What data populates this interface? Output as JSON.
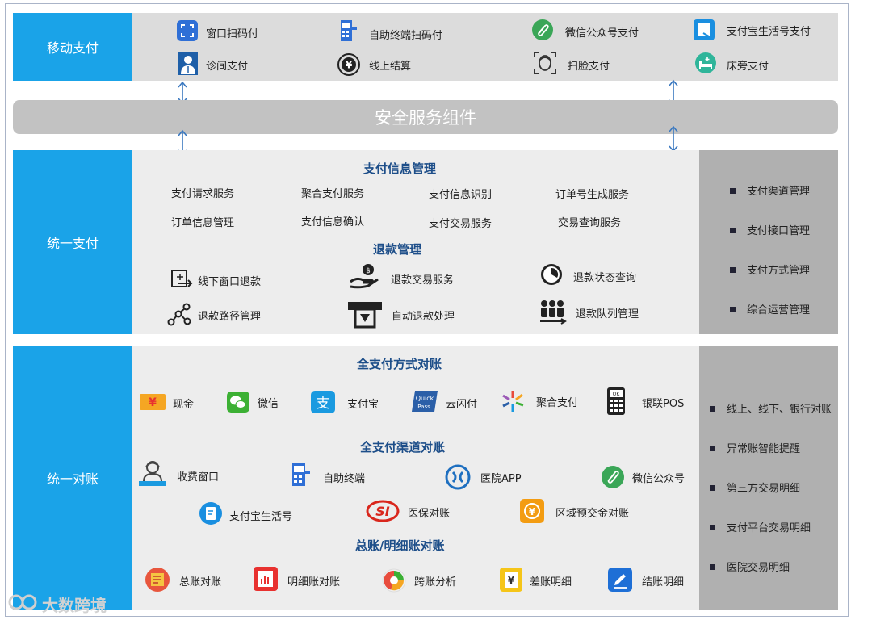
{
  "mobile": {
    "label": "移动支付",
    "items": [
      {
        "label": "窗口扫码付",
        "icon": "scan-frame-icon"
      },
      {
        "label": "自助终端扫码付",
        "icon": "kiosk-icon"
      },
      {
        "label": "微信公众号支付",
        "icon": "paperclip-icon"
      },
      {
        "label": "支付宝生活号支付",
        "icon": "alipay-life-icon"
      },
      {
        "label": "诊间支付",
        "icon": "doctor-icon"
      },
      {
        "label": "线上结算",
        "icon": "yuan-icon"
      },
      {
        "label": "扫脸支付",
        "icon": "face-scan-icon"
      },
      {
        "label": "床旁支付",
        "icon": "bed-icon"
      }
    ]
  },
  "security": {
    "label": "安全服务组件"
  },
  "unified_pay": {
    "label": "统一支付",
    "section1": "支付信息管理",
    "services": [
      "支付请求服务",
      "聚合支付服务",
      "支付信息识别",
      "订单号生成服务",
      "订单信息管理",
      "支付信息确认",
      "支付交易服务",
      "交易查询服务"
    ],
    "section2": "退款管理",
    "refunds": [
      {
        "label": "线下窗口退款",
        "icon": "refund-window-icon"
      },
      {
        "label": "退款交易服务",
        "icon": "hand-coin-icon"
      },
      {
        "label": "退款状态查询",
        "icon": "clock-icon"
      },
      {
        "label": "退款路径管理",
        "icon": "route-icon"
      },
      {
        "label": "自动退款处理",
        "icon": "atm-icon"
      },
      {
        "label": "退款队列管理",
        "icon": "queue-icon"
      }
    ],
    "side": [
      "支付渠道管理",
      "支付接口管理",
      "支付方式管理",
      "综合运营管理"
    ]
  },
  "reconcile": {
    "label": "统一对账",
    "section1": "全支付方式对账",
    "methods": [
      {
        "label": "现金",
        "icon": "cash-icon",
        "color": "#f5a623"
      },
      {
        "label": "微信",
        "icon": "wechat-icon",
        "color": "#3cb034"
      },
      {
        "label": "支付宝",
        "icon": "alipay-icon",
        "color": "#1a9ae0"
      },
      {
        "label": "云闪付",
        "icon": "quickpass-icon",
        "color": "#2b5fa8"
      },
      {
        "label": "聚合支付",
        "icon": "aggregate-icon",
        "color": "#e84c3d"
      },
      {
        "label": "银联POS",
        "icon": "pos-icon",
        "color": "#222222"
      }
    ],
    "section2": "全支付渠道对账",
    "channels": [
      {
        "label": "收费窗口",
        "icon": "cashier-icon"
      },
      {
        "label": "自助终端",
        "icon": "kiosk-icon"
      },
      {
        "label": "医院APP",
        "icon": "hospital-app-icon"
      },
      {
        "label": "微信公众号",
        "icon": "paperclip-icon"
      },
      {
        "label": "支付宝生活号",
        "icon": "alipay-life-icon"
      },
      {
        "label": "医保对账",
        "icon": "si-icon"
      },
      {
        "label": "区域预交金对账",
        "icon": "yuan-deposit-icon"
      }
    ],
    "section3": "总账/明细账对账",
    "ledgers": [
      {
        "label": "总账对账",
        "icon": "ledger-icon"
      },
      {
        "label": "明细账对账",
        "icon": "detail-ledger-icon"
      },
      {
        "label": "跨账分析",
        "icon": "pie-icon"
      },
      {
        "label": "差账明细",
        "icon": "diff-icon"
      },
      {
        "label": "结账明细",
        "icon": "pen-icon"
      }
    ],
    "side": [
      "线上、线下、银行对账",
      "异常账智能提醒",
      "第三方交易明细",
      "支付平台交易明细",
      "医院交易明细"
    ]
  },
  "watermark": "大数跨境"
}
